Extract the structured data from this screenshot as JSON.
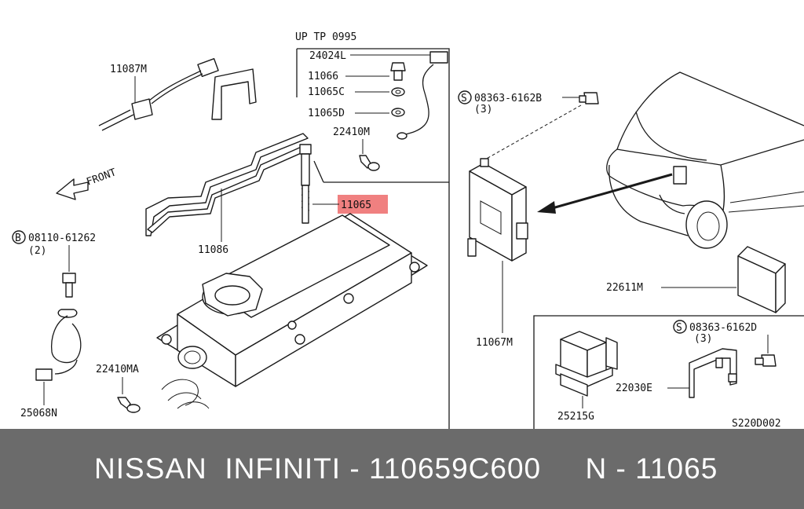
{
  "diagram": {
    "code": "S220D002",
    "labels": {
      "up_tp": "UP TP 0995",
      "p24024L": "24024L",
      "p11066": "11066",
      "p11065C": "11065C",
      "p11065D": "11065D",
      "p22410M": "22410M",
      "p11087M": "11087M",
      "front": "FRONT",
      "bolt_b": "08110-61262",
      "bolt_b_qty": "(2)",
      "p11086": "11086",
      "p11065": "11065",
      "screw_s1": "08363-6162B",
      "screw_s1_qty": "(3)",
      "p22611M": "22611M",
      "p11067M": "11067M",
      "screw_s2": "08363-6162D",
      "screw_s2_qty": "(3)",
      "p22030E": "22030E",
      "p25215G": "25215G",
      "p22410MA": "22410MA",
      "p25068N": "25068N",
      "sym_b": "B",
      "sym_s": "S"
    },
    "highlight_color": "#f08080"
  },
  "footer": {
    "text": "NISSAN  INFINITI - 110659C600     N - 11065"
  }
}
